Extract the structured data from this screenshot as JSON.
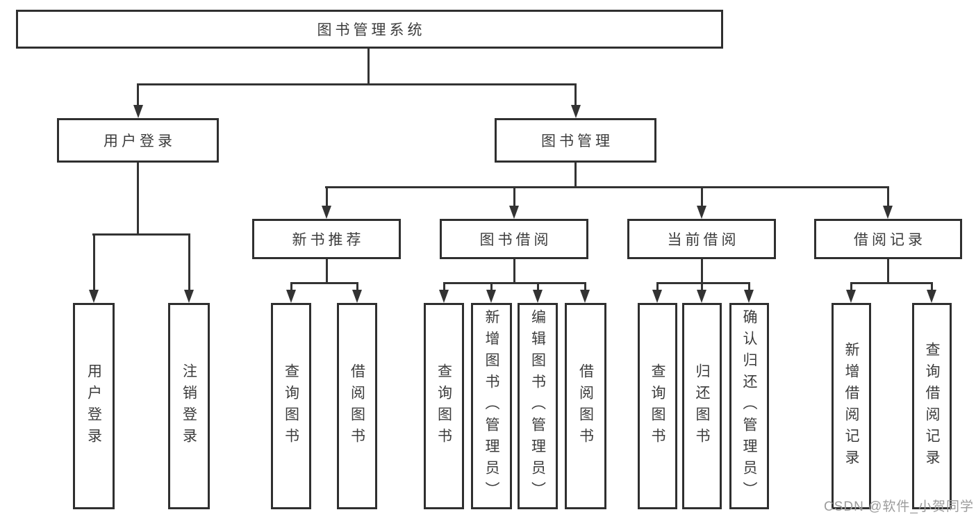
{
  "diagram_type": "functional-structure-chart",
  "watermark": "CSDN @软件_小贺同学",
  "colors": {
    "background": "#ffffff",
    "box_border": "#2f2f2f",
    "connector_line": "#333333",
    "text": "#3c3c3c",
    "watermark_text": "#9c9c9c"
  },
  "tree": {
    "label": "图书管理系统",
    "children": [
      {
        "label": "用户登录",
        "children": [
          {
            "label": "用户登录"
          },
          {
            "label": "注销登录"
          }
        ]
      },
      {
        "label": "图书管理",
        "children": [
          {
            "label": "新书推荐",
            "children": [
              {
                "label": "查询图书"
              },
              {
                "label": "借阅图书"
              }
            ]
          },
          {
            "label": "图书借阅",
            "children": [
              {
                "label": "查询图书"
              },
              {
                "label": "新增图书（管理员）"
              },
              {
                "label": "编辑图书（管理员）"
              },
              {
                "label": "借阅图书"
              }
            ]
          },
          {
            "label": "当前借阅",
            "children": [
              {
                "label": "查询图书"
              },
              {
                "label": "归还图书"
              },
              {
                "label": "确认归还（管理员）"
              }
            ]
          },
          {
            "label": "借阅记录",
            "children": [
              {
                "label": "新增借阅记录"
              },
              {
                "label": "查询借阅记录"
              }
            ]
          }
        ]
      }
    ]
  }
}
